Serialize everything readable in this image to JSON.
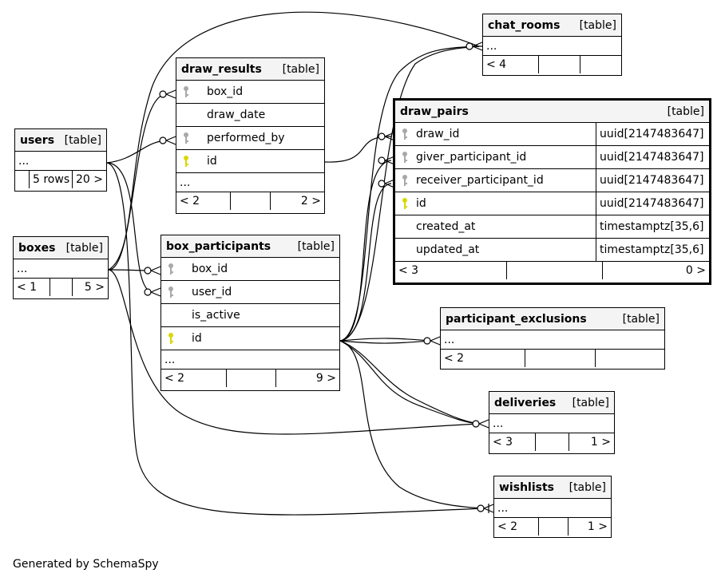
{
  "tables": {
    "chat_rooms": {
      "name": "chat_rooms",
      "kind": "[table]",
      "ellipsis": "...",
      "foot": [
        "< 4",
        "",
        ""
      ]
    },
    "draw_results": {
      "name": "draw_results",
      "kind": "[table]",
      "cols": [
        "box_id",
        "draw_date",
        "performed_by",
        "id"
      ],
      "ellipsis": "...",
      "foot": [
        "< 2",
        "",
        "2 >"
      ]
    },
    "users": {
      "name": "users",
      "kind": "[table]",
      "ellipsis": "...",
      "foot": [
        "",
        "5 rows",
        "20 >"
      ]
    },
    "boxes": {
      "name": "boxes",
      "kind": "[table]",
      "ellipsis": "...",
      "foot": [
        "< 1",
        "",
        "5 >"
      ]
    },
    "box_participants": {
      "name": "box_participants",
      "kind": "[table]",
      "cols": [
        "box_id",
        "user_id",
        "is_active",
        "id"
      ],
      "ellipsis": "...",
      "foot": [
        "< 2",
        "",
        "9 >"
      ]
    },
    "draw_pairs": {
      "name": "draw_pairs",
      "kind": "[table]",
      "cols": [
        "draw_id",
        "giver_participant_id",
        "receiver_participant_id",
        "id",
        "created_at",
        "updated_at"
      ],
      "types": [
        "uuid[2147483647]",
        "uuid[2147483647]",
        "uuid[2147483647]",
        "uuid[2147483647]",
        "timestamptz[35,6]",
        "timestamptz[35,6]"
      ],
      "foot": [
        "< 3",
        "",
        "0 >"
      ]
    },
    "participant_exclusions": {
      "name": "participant_exclusions",
      "kind": "[table]",
      "ellipsis": "...",
      "foot": [
        "< 2",
        "",
        ""
      ]
    },
    "deliveries": {
      "name": "deliveries",
      "kind": "[table]",
      "ellipsis": "...",
      "foot": [
        "< 3",
        "",
        "1 >"
      ]
    },
    "wishlists": {
      "name": "wishlists",
      "kind": "[table]",
      "ellipsis": "...",
      "foot": [
        "< 2",
        "",
        "1 >"
      ]
    }
  },
  "icons": {
    "fk": "gray-key-icon",
    "pk": "yellow-key-icon"
  },
  "colors": {
    "fk_key": "#a8a8a8",
    "pk_key": "#d8d800",
    "header_bg": "#f4f4f4"
  },
  "footer": "Generated by SchemaSpy"
}
